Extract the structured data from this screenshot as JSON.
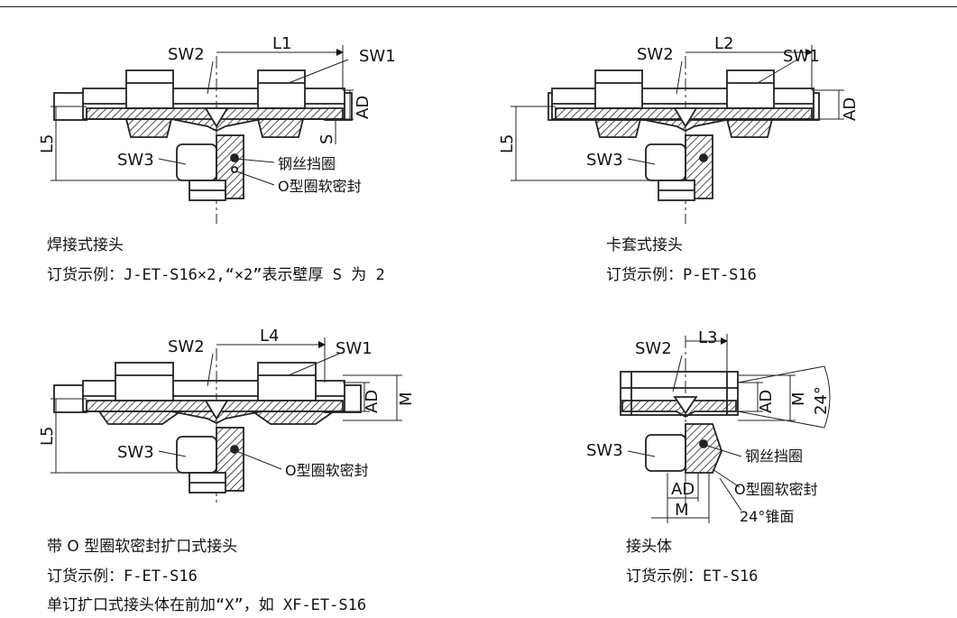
{
  "panels": {
    "weld": {
      "labels": {
        "sw1": "SW1",
        "sw2": "SW2",
        "sw3": "SW3",
        "length": "L1",
        "height": "L5",
        "ad": "AD",
        "s": "S",
        "ring": "钢丝挡圈",
        "oring": "O型圈软密封"
      },
      "caption_title": "焊接式接头",
      "caption_order": "订货示例：J-ET-S16×2,“×2”表示壁厚 S 为 2"
    },
    "ferrule": {
      "labels": {
        "sw1": "SW1",
        "sw2": "SW2",
        "sw3": "SW3",
        "length": "L2",
        "height": "L5",
        "ad": "AD"
      },
      "caption_title": "卡套式接头",
      "caption_order": "订货示例：P-ET-S16"
    },
    "flare": {
      "labels": {
        "sw1": "SW1",
        "sw2": "SW2",
        "sw3": "SW3",
        "length": "L4",
        "height": "L5",
        "ad": "AD",
        "m": "M",
        "oring": "O型圈软密封"
      },
      "caption_title": "带 O 型圈软密封扩口式接头",
      "caption_order": "订货示例：F-ET-S16",
      "caption_extra": "单订扩口式接头体在前加“X”，如 XF-ET-S16"
    },
    "body": {
      "labels": {
        "sw2": "SW2",
        "sw3": "SW3",
        "length": "L3",
        "ad": "AD",
        "m": "M",
        "angle": "24°",
        "ring": "钢丝挡圈",
        "oring": "O型圈软密封",
        "cone": "24°锥面",
        "ad_bottom": "AD",
        "m_bottom": "M"
      },
      "caption_title": "接头体",
      "caption_order": "订货示例：ET-S16"
    }
  }
}
